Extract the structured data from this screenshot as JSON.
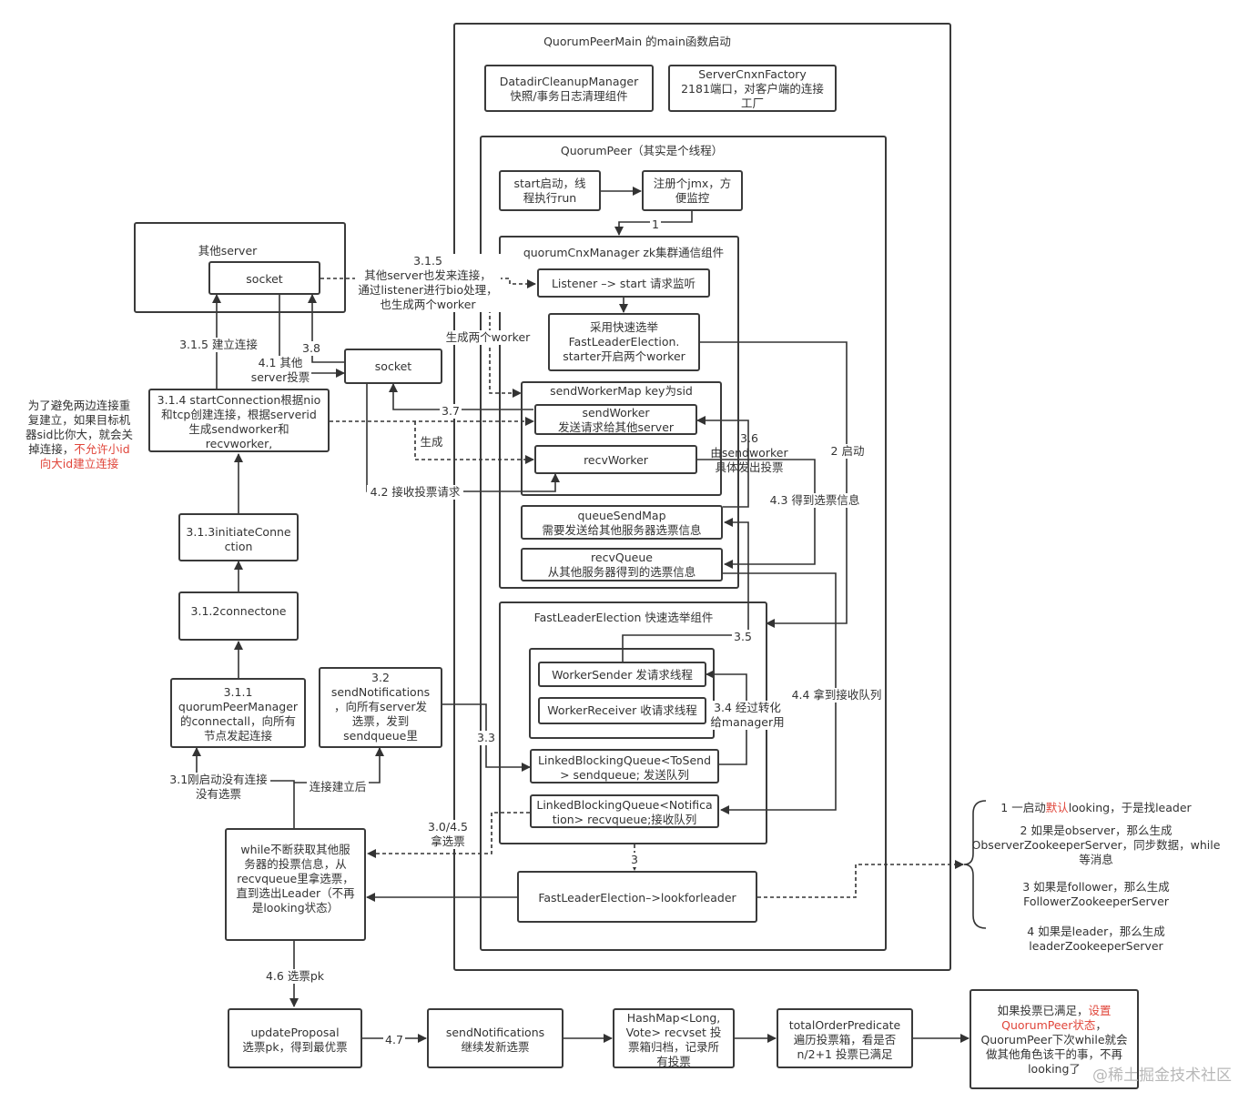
{
  "outer": {
    "title": "QuorumPeerMain 的main函数启动",
    "cleanup": "DatadirCleanupManager\n快照/事务日志清理组件",
    "cnxnFactory": "ServerCnxnFactory\n2181端口，对客户端的连接\n工厂"
  },
  "peer": {
    "title": "QuorumPeer（其实是个线程）",
    "start": "start启动，线\n程执行run",
    "jmx": "注册个jmx，方\n便监控"
  },
  "cnx": {
    "title": "quorumCnxManager  zk集群通信组件",
    "listener": "Listener –> start 请求监听",
    "fastStart": "采用快速选举\nFastLeaderElection.\nstarter开启两个worker",
    "sendWorkerMap": "sendWorkerMap key为sid",
    "sendWorker": "sendWorker\n发送请求给其他server",
    "recvWorker": "recvWorker",
    "queueSendMap": "queueSendMap\n需要发送给其他服务器选票信息",
    "recvQueue": "recvQueue\n从其他服务器得到的选票信息"
  },
  "fle": {
    "title": "FastLeaderElection 快速选举组件",
    "workerSender": "WorkerSender 发请求线程",
    "workerReceiver": "WorkerReceiver 收请求线程",
    "sendqueue": "LinkedBlockingQueue<ToSend\n> sendqueue; 发送队列",
    "recvqueue": "LinkedBlockingQueue<Notifica\ntion> recvqueue;接收队列",
    "lookForLeader": "FastLeaderElection–>lookforleader"
  },
  "other": {
    "title": "其他server",
    "socket": "socket",
    "socket2": "socket"
  },
  "left": {
    "startConnection": "3.1.4 startConnection根据nio\n和tcp创建连接，根据serverid\n生成sendworker和\nrecvworker,",
    "initiate": "3.1.3initiateConne\nction",
    "connectone": "3.1.2connectone",
    "connectAll": "3.1.1\nquorumPeerManager\n的connectall，向所有\n节点发起连接",
    "sendNotif": "3.2\nsendNotifications\n，向所有server发\n选票，发到\nsendqueue里",
    "whileLoop": "while不断获取其他服\n务器的投票信息，从\nrecvqueue里拿选票，\n直到选出Leader（不再\n是looking状态）",
    "note_black": "为了避免两边连接重\n复建立，如果目标机\n器sid比你大，就会关\n掉连接，",
    "note_red1": "不允许小id",
    "note_red2": "向大id建立连接"
  },
  "bottom": {
    "updateProposal": "updateProposal\n选票pk，得到最优票",
    "sendNotif2": "sendNotifications\n继续发新选票",
    "hashMap": "HashMap<Long,\nVote> recvset 投\n票箱归档，记录所\n有投票",
    "totalOrder": "totalOrderPredicate\n遍历投票箱，看是否\nn/2+1 投票已满足",
    "final_a": "如果投票已满足，",
    "final_red": "设置\nQuorumPeer状态",
    "final_b": "，\nQuorumPeer下次while就会\n做其他角色该干的事，不再\nlooking了"
  },
  "labels": {
    "l_3_1_5_top": "3.1.5\n其他server也发来连接，\n通过listener进行bio处理，\n也生成两个worker",
    "l_gen_two": "生成两个worker",
    "l_3_1_5": "3.1.5 建立连接",
    "l_4_1": "4.1 其他\nserver投票",
    "l_3_8": "3.8",
    "l_3_7": "3.7",
    "l_gen": "生成",
    "l_4_2": "4.2 接收投票请求",
    "l_1": "1",
    "l_3_6": "3.6\n由sendworker\n具体发出投票",
    "l_2": "2 启动",
    "l_4_3": "4.3 得到选票信息",
    "l_3_5": "3.5",
    "l_4_4": "4.4 拿到接收队列",
    "l_3_4": "3.4 经过转化\n给manager用",
    "l_3_3": "3.3",
    "l_3": "3",
    "l_3_0": "3.0/4.5\n拿选票",
    "l_3_1": "3.1刚启动没有连接\n没有选票",
    "l_conn": "连接建立后",
    "l_4_6": "4.6 选票pk",
    "l_4_7": "4.7"
  },
  "notes": {
    "n1_a": "1 一启动",
    "n1_red": "默认",
    "n1_b": "looking，于是找leader",
    "n2": "2 如果是observer，那么生成\nObserverZookeeperServer，同步数据，while\n等消息",
    "n3": "3 如果是follower，那么生成\nFollowerZookeeperServer",
    "n4": "4 如果是leader，那么生成\nleaderZookeeperServer"
  },
  "watermark": "@稀土掘金技术社区"
}
